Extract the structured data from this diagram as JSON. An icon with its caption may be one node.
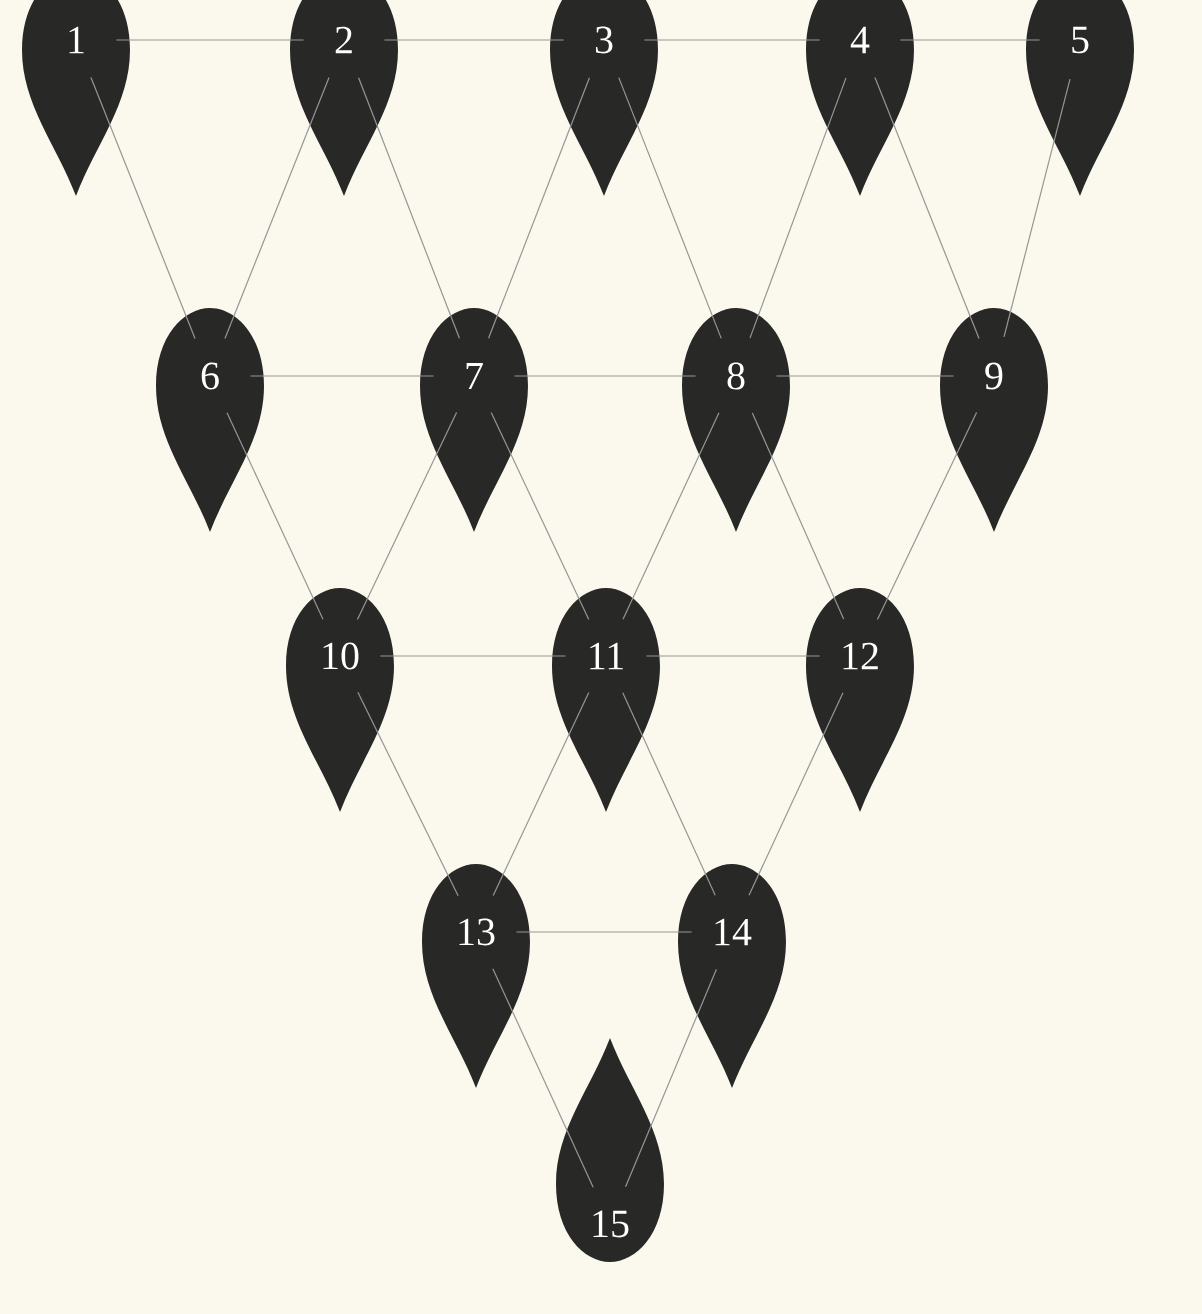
{
  "diagram": {
    "nodes": [
      {
        "text": [
          "1"
        ]
      },
      {
        "text": [
          "2"
        ]
      },
      {
        "text": [
          "3"
        ]
      },
      {
        "text": [
          "4"
        ]
      },
      {
        "text": [
          "5"
        ]
      },
      {
        "text": [
          "6"
        ]
      },
      {
        "text": [
          "7"
        ]
      },
      {
        "text": [
          "8"
        ]
      },
      {
        "text": [
          "9"
        ]
      },
      {
        "text": [
          "10"
        ]
      },
      {
        "text": [
          "11"
        ]
      },
      {
        "text": [
          "12"
        ]
      },
      {
        "text": [
          "13"
        ]
      },
      {
        "text": [
          "14"
        ]
      },
      {
        "text": [
          "15"
        ]
      }
    ],
    "edges": [
      {
        "from": 0,
        "to": 1,
        "arrow": "none"
      },
      {
        "from": 1,
        "to": 2,
        "arrow": "none"
      },
      {
        "from": 2,
        "to": 3,
        "arrow": "none"
      },
      {
        "from": 3,
        "to": 4,
        "arrow": "none"
      },
      {
        "from": 0,
        "to": 5,
        "arrow": "none"
      },
      {
        "from": 1,
        "to": 5,
        "arrow": "none"
      },
      {
        "from": 1,
        "to": 6,
        "arrow": "none"
      },
      {
        "from": 2,
        "to": 6,
        "arrow": "none"
      },
      {
        "from": 2,
        "to": 7,
        "arrow": "none"
      },
      {
        "from": 3,
        "to": 7,
        "arrow": "none"
      },
      {
        "from": 3,
        "to": 8,
        "arrow": "none"
      },
      {
        "from": 4,
        "to": 8,
        "arrow": "none"
      },
      {
        "from": 5,
        "to": 6,
        "arrow": "none"
      },
      {
        "from": 6,
        "to": 7,
        "arrow": "none"
      },
      {
        "from": 7,
        "to": 8,
        "arrow": "none"
      },
      {
        "from": 5,
        "to": 9,
        "arrow": "none"
      },
      {
        "from": 6,
        "to": 9,
        "arrow": "none"
      },
      {
        "from": 6,
        "to": 10,
        "arrow": "none"
      },
      {
        "from": 7,
        "to": 10,
        "arrow": "none"
      },
      {
        "from": 7,
        "to": 11,
        "arrow": "none"
      },
      {
        "from": 8,
        "to": 11,
        "arrow": "none"
      },
      {
        "from": 9,
        "to": 10,
        "arrow": "none"
      },
      {
        "from": 10,
        "to": 11,
        "arrow": "none"
      },
      {
        "from": 9,
        "to": 12,
        "arrow": "none"
      },
      {
        "from": 10,
        "to": 12,
        "arrow": "none"
      },
      {
        "from": 10,
        "to": 13,
        "arrow": "none"
      },
      {
        "from": 11,
        "to": 13,
        "arrow": "none"
      },
      {
        "from": 12,
        "to": 13,
        "arrow": "none"
      },
      {
        "from": 12,
        "to": 14,
        "arrow": "none"
      },
      {
        "from": 13,
        "to": 14,
        "arrow": "none"
      }
    ]
  }
}
